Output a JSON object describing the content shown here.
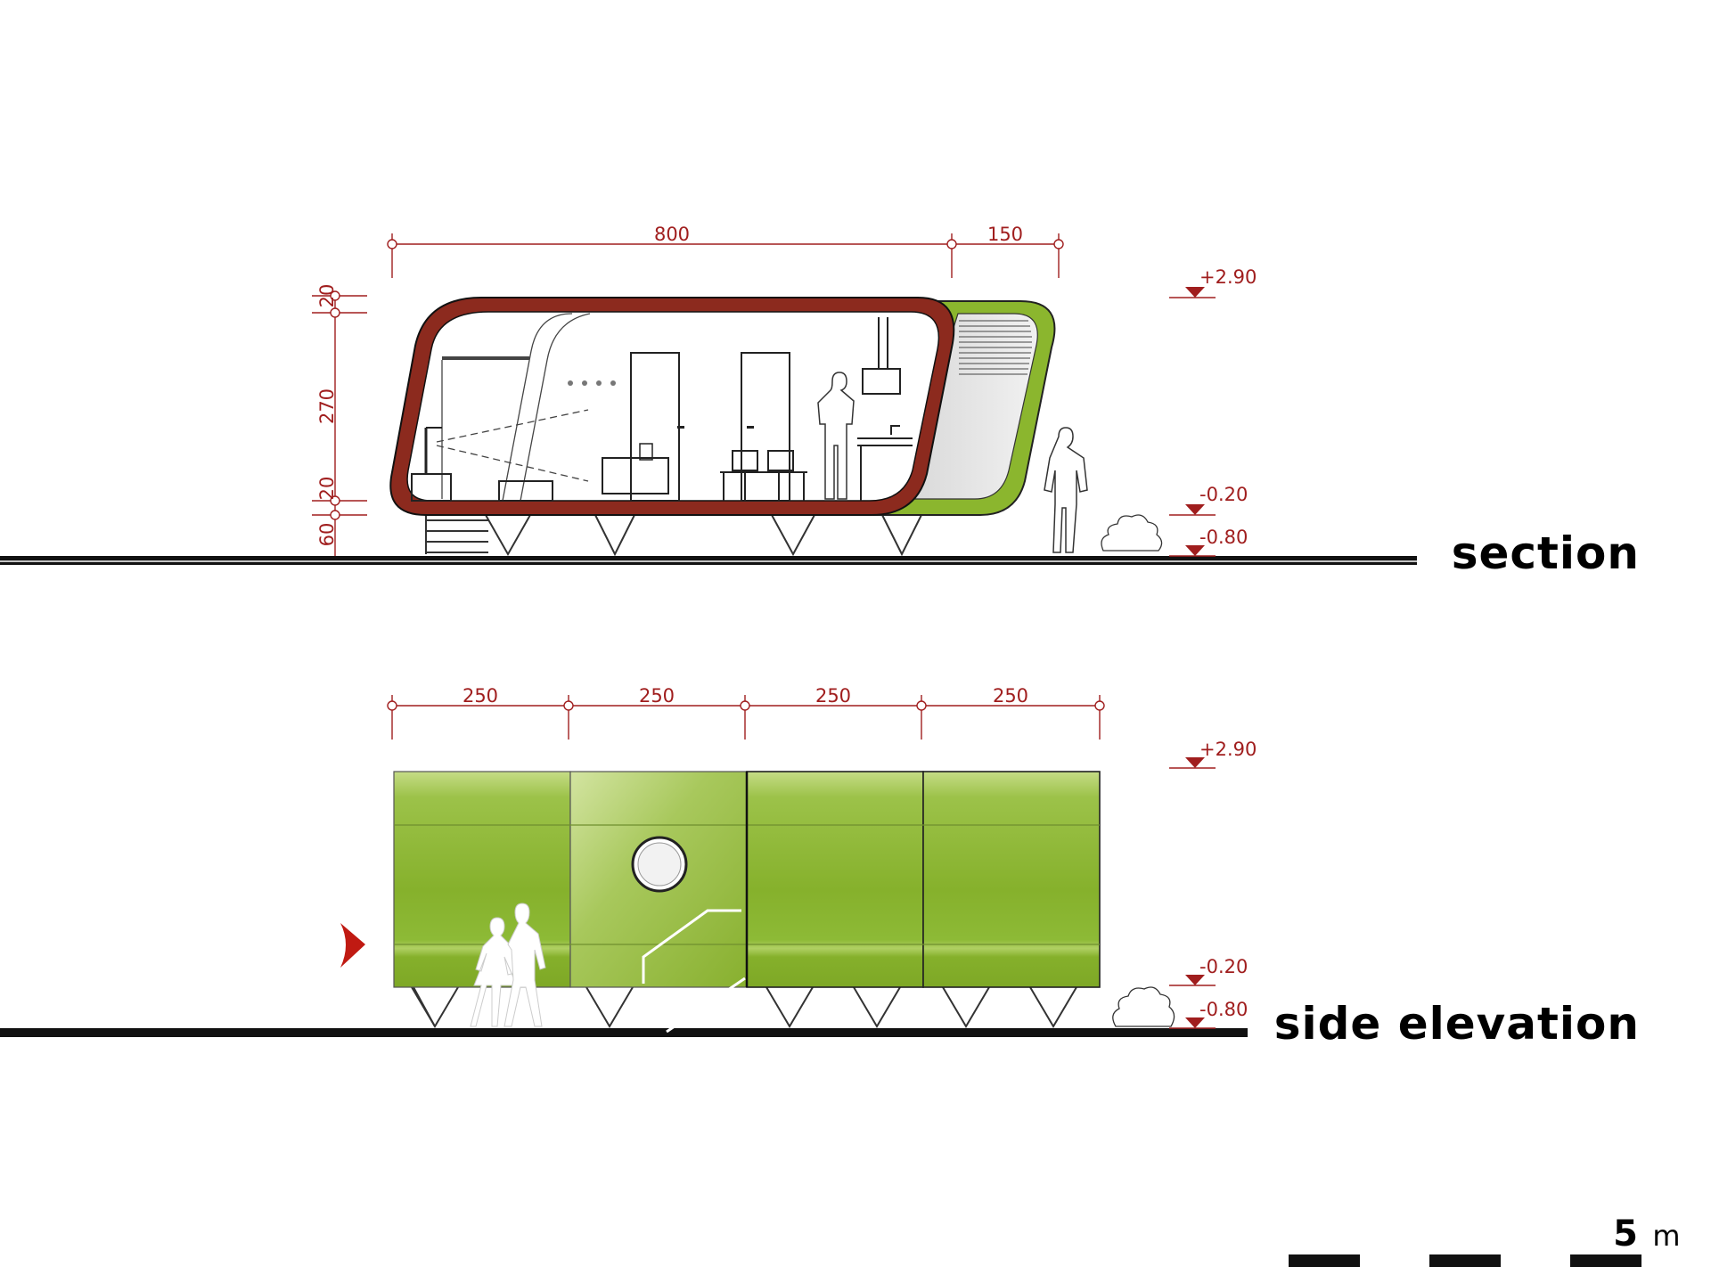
{
  "section": {
    "title": "section",
    "top_dims": [
      "800",
      "150"
    ],
    "side_dims": [
      "20",
      "270",
      "20",
      "60"
    ],
    "levels": [
      "+2.90",
      "-0.20",
      "-0.80"
    ]
  },
  "elevation": {
    "title": "side elevation",
    "top_dims": [
      "250",
      "250",
      "250",
      "250"
    ],
    "levels": [
      "+2.90",
      "-0.20",
      "-0.80"
    ]
  },
  "scale_bar": {
    "value": "5",
    "unit": "m"
  },
  "colors": {
    "dimension_red": "#a01e1e",
    "module_green": "#8bb62e",
    "shell_red": "#8c2a1e"
  }
}
